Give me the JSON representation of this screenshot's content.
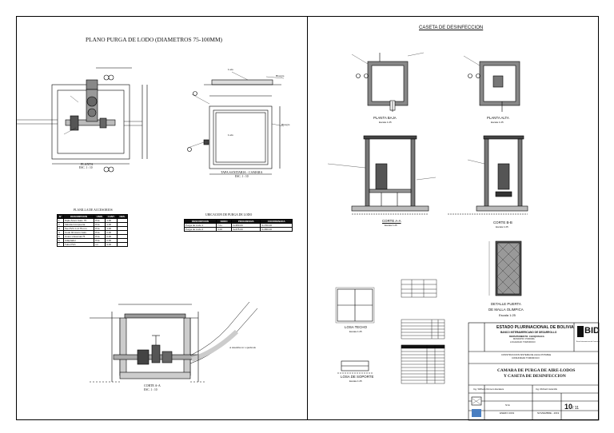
{
  "left": {
    "title": "PLANO PURGA DE LODO (DIAMETROS 75-100MM)",
    "planta": {
      "label": "PLANTA",
      "scale": "ESC. 1 : 10"
    },
    "tapa": {
      "label": "TAPA SANITARIA - CAMARA",
      "scale": "ESC. 1 : 10",
      "lado": "Lado",
      "bisagra": "Bisagra"
    },
    "corte": {
      "label": "CORTE A-A",
      "scale": "ESC. 1 : 10",
      "note": "A desembocar a quebrada"
    },
    "accesorios": {
      "title": "PLANILLA DE ACCESORIOS",
      "header": [
        "N°",
        "DESCRIPCION",
        "UNID.",
        "CANT.",
        "OBS."
      ],
      "rows": [
        [
          "1",
          "Niple Acero Galv. 75",
          "Pza",
          "1.00",
          ""
        ],
        [
          "2",
          "Valvula Compuerta",
          "Pza",
          "1.00",
          ""
        ],
        [
          "3",
          "Tee PVC C-9 75 mm",
          "Pza",
          "1.00",
          ""
        ],
        [
          "4",
          "Codo 90 Acero Galv.",
          "Pza",
          "2.00",
          ""
        ],
        [
          "5",
          "Union Universal 75",
          "Pza",
          "2.00",
          ""
        ],
        [
          "6",
          "Adaptador",
          "Pza",
          "2.00",
          ""
        ],
        [
          "7",
          "Tubo PVC",
          "ml",
          "3.00",
          ""
        ]
      ]
    },
    "ubicacion": {
      "title": "UBICACION DE PURGA DE LODO",
      "header": [
        "DESCRIPCION",
        "NODO",
        "PROGRESIVA",
        "COORDENADA"
      ],
      "rows": [
        [
          "Purga de Lodo 1",
          "7.0+",
          "2+950.00",
          "0+700.00"
        ],
        [
          "Purga de Lodo 2",
          "3.00",
          "3+675.00",
          "0+650.00"
        ]
      ]
    }
  },
  "right": {
    "title": "CASETA DE DESINFECCION",
    "planta_baja": {
      "label": "PLANTA BAJA",
      "scale": "Escala 1:25"
    },
    "planta_alta": {
      "label": "PLANTA ALTA",
      "scale": "Escala 1:25"
    },
    "corte_a": {
      "label": "CORTE A-A",
      "scale": "Escala 1:25"
    },
    "corte_b": {
      "label": "CORTE B-B",
      "scale": "Escala 1:25"
    },
    "detalle": {
      "label1": "DETALLE PUERTA",
      "label2": "DE MALLA OLIMPICA",
      "scale": "Escala 1:25"
    },
    "losa_techo": {
      "label": "LOSA TECHO",
      "scale": "Escala 1:25"
    },
    "losa_soporte": {
      "label": "LOSA DE SOPORTE",
      "scale": "Escala 1:25"
    }
  },
  "titleblock": {
    "entity": "ESTADO PLURINACIONAL DE BOLIVIA",
    "bank": "BANCO INTERAMERICANO DE DESARROLLO",
    "dept": "DEPARTAMENTO: CHUQUISACA",
    "municipio": "MUNICIPIO: POROMA",
    "localidad": "LOCALIDAD: TOMOROCO",
    "logo": "BID",
    "logo_sub": "Banco Interamericano de Desarrollo",
    "project1": "CONSTRUCCION SISTEMA DE AGUA POTABLE",
    "project2": "COMUNIDAD TOMOROCO",
    "plan_title1": "CAMARA DE PURGA DE AIRE-LODOS",
    "plan_title2": "Y CASETA DE DESINFECCION",
    "designer": "Ing. Wilfredo Romero Escalera",
    "reviewer": "Ing. Richard Jaramillo",
    "scale": "S/ E",
    "date": "ENERO 2019",
    "revision": "NOVIEMBRE - 2019",
    "sheet": "10",
    "sheet_total": "/ 11"
  }
}
